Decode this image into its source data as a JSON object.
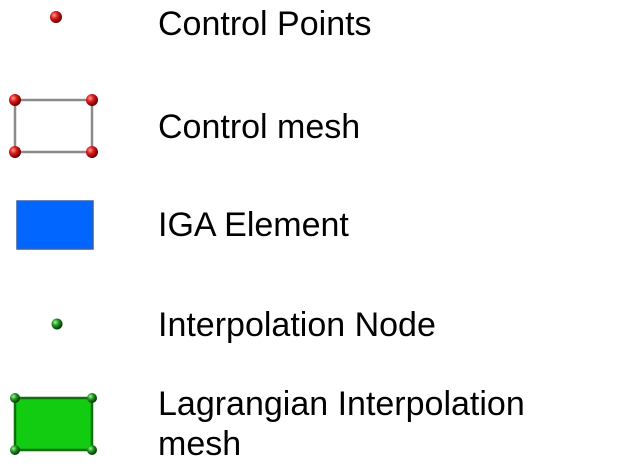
{
  "legend": {
    "items": [
      {
        "label": "Control Points",
        "icon": "red-control-point-icon"
      },
      {
        "label": "Control mesh",
        "icon": "control-mesh-icon"
      },
      {
        "label": "IGA Element",
        "icon": "blue-iga-element-icon"
      },
      {
        "label": "Interpolation Node",
        "icon": "green-interpolation-node-icon"
      },
      {
        "label_line1": "Lagrangian Interpolation",
        "label_line2": "mesh",
        "icon": "green-lagrangian-mesh-icon"
      }
    ]
  },
  "colors": {
    "control_point": "#cc1111",
    "control_mesh_line": "#8a8a8a",
    "iga_element_fill": "#0066ff",
    "iga_element_border": "#3a5ea8",
    "interpolation_node": "#1a8a1a",
    "lagrangian_fill": "#11cc11",
    "lagrangian_border": "#0f6f0f"
  }
}
